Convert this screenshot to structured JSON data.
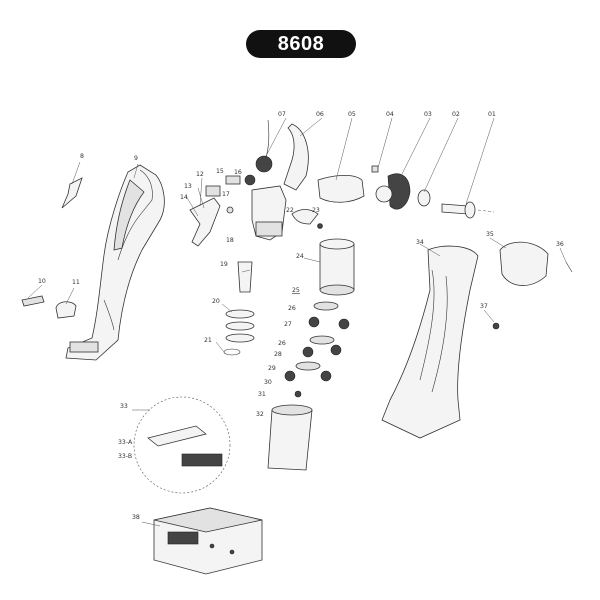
{
  "title": "8608",
  "labels": {
    "p01": "01",
    "p02": "02",
    "p03": "03",
    "p04": "04",
    "p05": "05",
    "p06": "06",
    "p07": "07",
    "p8": "8",
    "p9": "9",
    "p10": "10",
    "p11": "11",
    "p12": "12",
    "p13": "13",
    "p14": "14",
    "p15": "15",
    "p16": "16",
    "p17": "17",
    "p18": "18",
    "p19": "19",
    "p20": "20",
    "p21": "21",
    "p22": "22",
    "p23": "23",
    "p24": "24",
    "p25": "25",
    "p26a": "26",
    "p26b": "26",
    "p27": "27",
    "p28": "28",
    "p29": "29",
    "p30": "30",
    "p31": "31",
    "p32": "32",
    "p33": "33",
    "p33a": "33-A",
    "p33b": "33-B",
    "p34": "34",
    "p35": "35",
    "p36": "36",
    "p37": "37",
    "p38": "38"
  }
}
